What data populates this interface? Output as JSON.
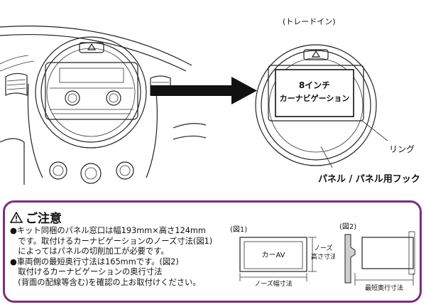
{
  "top": {
    "trade_in_label": "(トレードイン)",
    "device_label_line1": "8インチ",
    "device_label_line2": "カーナビゲーション",
    "ring_label": "リング",
    "panel_label": "パネル / パネル用フック"
  },
  "notice": {
    "title": "ご注意",
    "lines": [
      "●キット同梱のパネル窓口は幅193mm×高さ124mm",
      "　です。取付けるカーナビゲーションのノーズ寸法(図1)",
      "　によってはパネルの切削加工が必要です。",
      "●車両側の最短奥行寸法は165mmです。(図2)",
      "　取付けるカーナビゲーションの奥行寸法",
      "　(背面の配線等含む)を確認の上お取付けください。"
    ]
  },
  "figure1": {
    "caption": "(図1)",
    "device_label": "カーAV",
    "nose_height_label": "ノーズ",
    "nose_height_label2": "高さ寸法",
    "nose_width_label": "ノーズ幅寸法"
  },
  "figure2": {
    "caption": "(図2)",
    "depth_label": "最短奥行寸法"
  },
  "colors": {
    "border_accent": "#7a2f7f"
  },
  "icons": {
    "warning": "warning-triangle-icon",
    "arrow": "right-arrow-icon"
  }
}
